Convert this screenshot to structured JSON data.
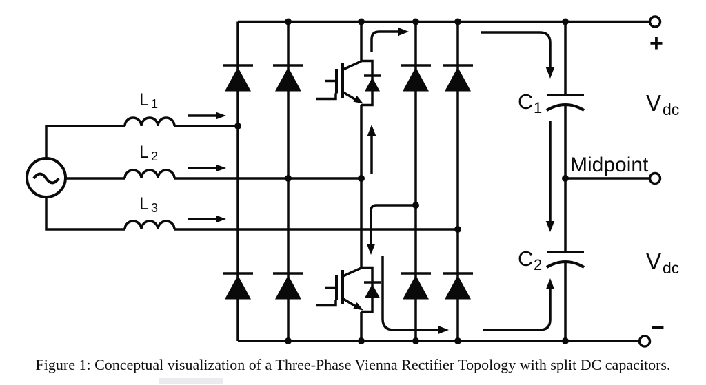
{
  "caption": "Figure 1: Conceptual visualization of a Three-Phase Vienna Rectifier Topology with split DC capacitors.",
  "labels": {
    "l1": {
      "base": "L",
      "sub": "1"
    },
    "l2": {
      "base": "L",
      "sub": "2"
    },
    "l3": {
      "base": "L",
      "sub": "3"
    },
    "c1": {
      "base": "C",
      "sub": "1"
    },
    "c2": {
      "base": "C",
      "sub": "2"
    },
    "vdc_top": {
      "base": "V",
      "sub": "dc"
    },
    "vdc_bottom": {
      "base": "V",
      "sub": "dc"
    },
    "plus": "+",
    "minus": "−",
    "midpoint": "Midpoint"
  },
  "colors": {
    "ink": "#0a0a0a",
    "background": "#ffffff",
    "artifact": "#ebebee"
  }
}
